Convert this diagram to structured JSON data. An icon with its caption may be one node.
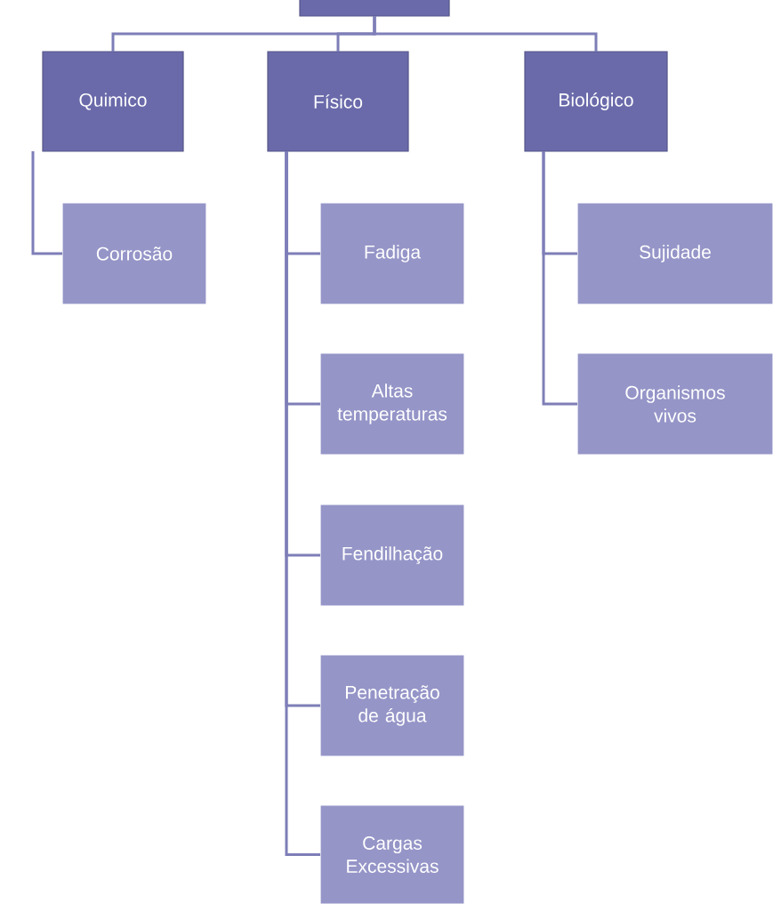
{
  "diagram": {
    "nodes": [
      {
        "text": [],
        "shape": "box"
      },
      {
        "text": [
          "Quimico"
        ]
      },
      {
        "text": [
          "Físico"
        ]
      },
      {
        "text": [
          "Biológico"
        ]
      },
      {
        "text": [
          "Corrosão"
        ]
      },
      {
        "text": [
          "Fadiga"
        ]
      },
      {
        "text": [
          "Altas temperaturas"
        ]
      },
      {
        "text": [
          "Fendilhação"
        ]
      },
      {
        "text": [
          "Penetração de água"
        ]
      },
      {
        "text": [
          "Cargas Excessivas"
        ]
      },
      {
        "text": [
          "Sujidade"
        ]
      },
      {
        "text": [
          "Organismos vivos"
        ]
      }
    ],
    "edges": [
      {
        "from": 0,
        "to": 1,
        "arrow": "none"
      },
      {
        "from": 0,
        "to": 2,
        "arrow": "none"
      },
      {
        "from": 0,
        "to": 3,
        "arrow": "none"
      },
      {
        "from": 1,
        "to": 4,
        "arrow": "none"
      },
      {
        "from": 2,
        "to": 5,
        "arrow": "none"
      },
      {
        "from": 2,
        "to": 6,
        "arrow": "none"
      },
      {
        "from": 2,
        "to": 7,
        "arrow": "none"
      },
      {
        "from": 2,
        "to": 8,
        "arrow": "none"
      },
      {
        "from": 2,
        "to": 9,
        "arrow": "none"
      },
      {
        "from": 3,
        "to": 10,
        "arrow": "none"
      },
      {
        "from": 3,
        "to": 11,
        "arrow": "none"
      }
    ]
  }
}
